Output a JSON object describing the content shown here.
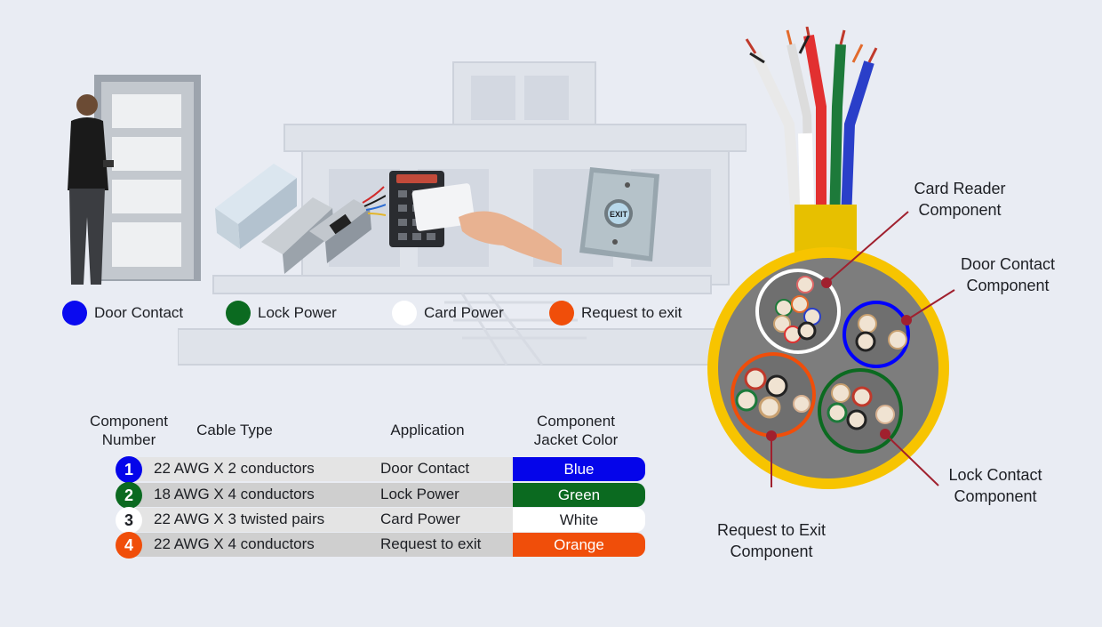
{
  "colors": {
    "blue": "#0000ff",
    "green": "#0b6a20",
    "white": "#ffffff",
    "orange": "#f04e0a",
    "jacket_yellow": "#f7c400",
    "core_gray": "#7d7d7d"
  },
  "legend": [
    {
      "label": "Door Contact",
      "color": "#0a0af0"
    },
    {
      "label": "Lock Power",
      "color": "#0b6a20"
    },
    {
      "label": "Card Power",
      "color": "#ffffff"
    },
    {
      "label": "Request to exit",
      "color": "#f04e0a"
    }
  ],
  "table": {
    "headers": {
      "component_number": "Component\nNumber",
      "cable_type": "Cable Type",
      "application": "Application",
      "jacket_color": "Component\nJacket Color"
    },
    "rows": [
      {
        "num": "1",
        "cable": "22 AWG X 2 conductors",
        "app": "Door Contact",
        "jacket": "Blue",
        "color": "#0505ea",
        "text_color": "#ffffff",
        "band": "#e4e4e4"
      },
      {
        "num": "2",
        "cable": "18 AWG X 4 conductors",
        "app": "Lock Power",
        "jacket": "Green",
        "color": "#0b6a20",
        "text_color": "#ffffff",
        "band": "#cfcfcf"
      },
      {
        "num": "3",
        "cable": "22 AWG X 3 twisted pairs",
        "app": "Card Power",
        "jacket": "White",
        "color": "#ffffff",
        "text_color": "#1d1f24",
        "band": "#e4e4e4"
      },
      {
        "num": "4",
        "cable": "22 AWG X 4 conductors",
        "app": "Request to exit",
        "jacket": "Orange",
        "color": "#f04e0a",
        "text_color": "#ffffff",
        "band": "#cfcfcf"
      }
    ]
  },
  "callouts": {
    "card_reader": "Card Reader\nComponent",
    "door_contact": "Door Contact\nComponent",
    "lock_contact": "Lock Contact\nComponent",
    "request_to_exit": "Request to Exit\nComponent"
  },
  "icons": {
    "door": "door-with-person-icon",
    "power_supply": "power-supply-and-lock-icon",
    "card_reader": "card-reader-icon",
    "exit_button": "exit-button-icon",
    "exit_button_text": "EXIT"
  }
}
